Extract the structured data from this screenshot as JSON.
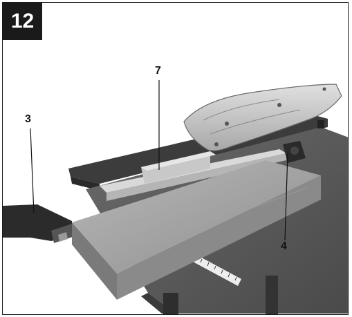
{
  "figure": {
    "number": "12",
    "callouts": [
      {
        "id": "callout-3",
        "label": "3"
      },
      {
        "id": "callout-7",
        "label": "7"
      },
      {
        "id": "callout-4",
        "label": "4"
      }
    ]
  },
  "colors": {
    "frame": "#1a1a1a",
    "badge": "#1a1a1a",
    "table": "#5e5e5e",
    "wood": "#a5a5a5",
    "guard": "#cfcfcf"
  }
}
